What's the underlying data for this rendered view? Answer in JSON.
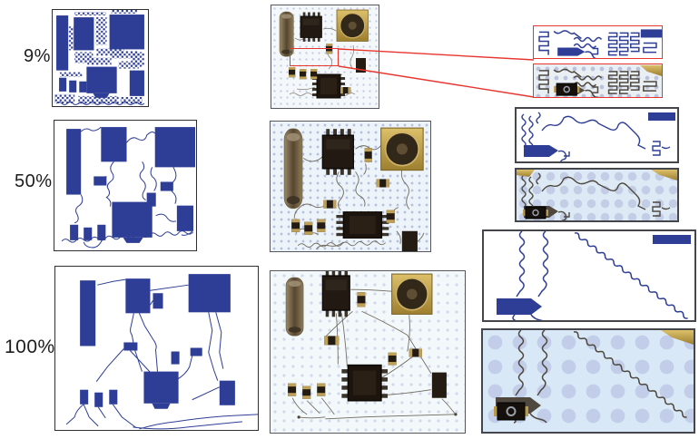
{
  "figure": {
    "kind": "multi-panel-figure",
    "rows": [
      {
        "label": "9%",
        "panels": [
          {
            "name": "layout-9",
            "kind": "pcb-layout-rendering"
          },
          {
            "name": "photo-9",
            "kind": "pcb-photograph"
          },
          {
            "name": "zoom-layout-9",
            "kind": "zoom-inset-layout",
            "highlight": "red"
          },
          {
            "name": "zoom-photo-9",
            "kind": "zoom-inset-photo",
            "highlight": "red"
          }
        ]
      },
      {
        "label": "50%",
        "panels": [
          {
            "name": "layout-50",
            "kind": "pcb-layout-rendering"
          },
          {
            "name": "photo-50",
            "kind": "pcb-photograph"
          },
          {
            "name": "zoom-layout-50",
            "kind": "zoom-inset-layout"
          },
          {
            "name": "zoom-photo-50",
            "kind": "zoom-inset-photo"
          }
        ]
      },
      {
        "label": "100%",
        "panels": [
          {
            "name": "layout-100",
            "kind": "pcb-layout-rendering"
          },
          {
            "name": "photo-100",
            "kind": "pcb-photograph"
          },
          {
            "name": "zoom-layout-100",
            "kind": "zoom-inset-layout"
          },
          {
            "name": "zoom-photo-100",
            "kind": "zoom-inset-photo"
          }
        ]
      }
    ]
  },
  "colors": {
    "trace_blue": "#2e3e96",
    "callout_red": "#e8352e",
    "photo_trace": "#4e483f",
    "gold": "#b5944a",
    "panel_border": "#2e2e33"
  }
}
